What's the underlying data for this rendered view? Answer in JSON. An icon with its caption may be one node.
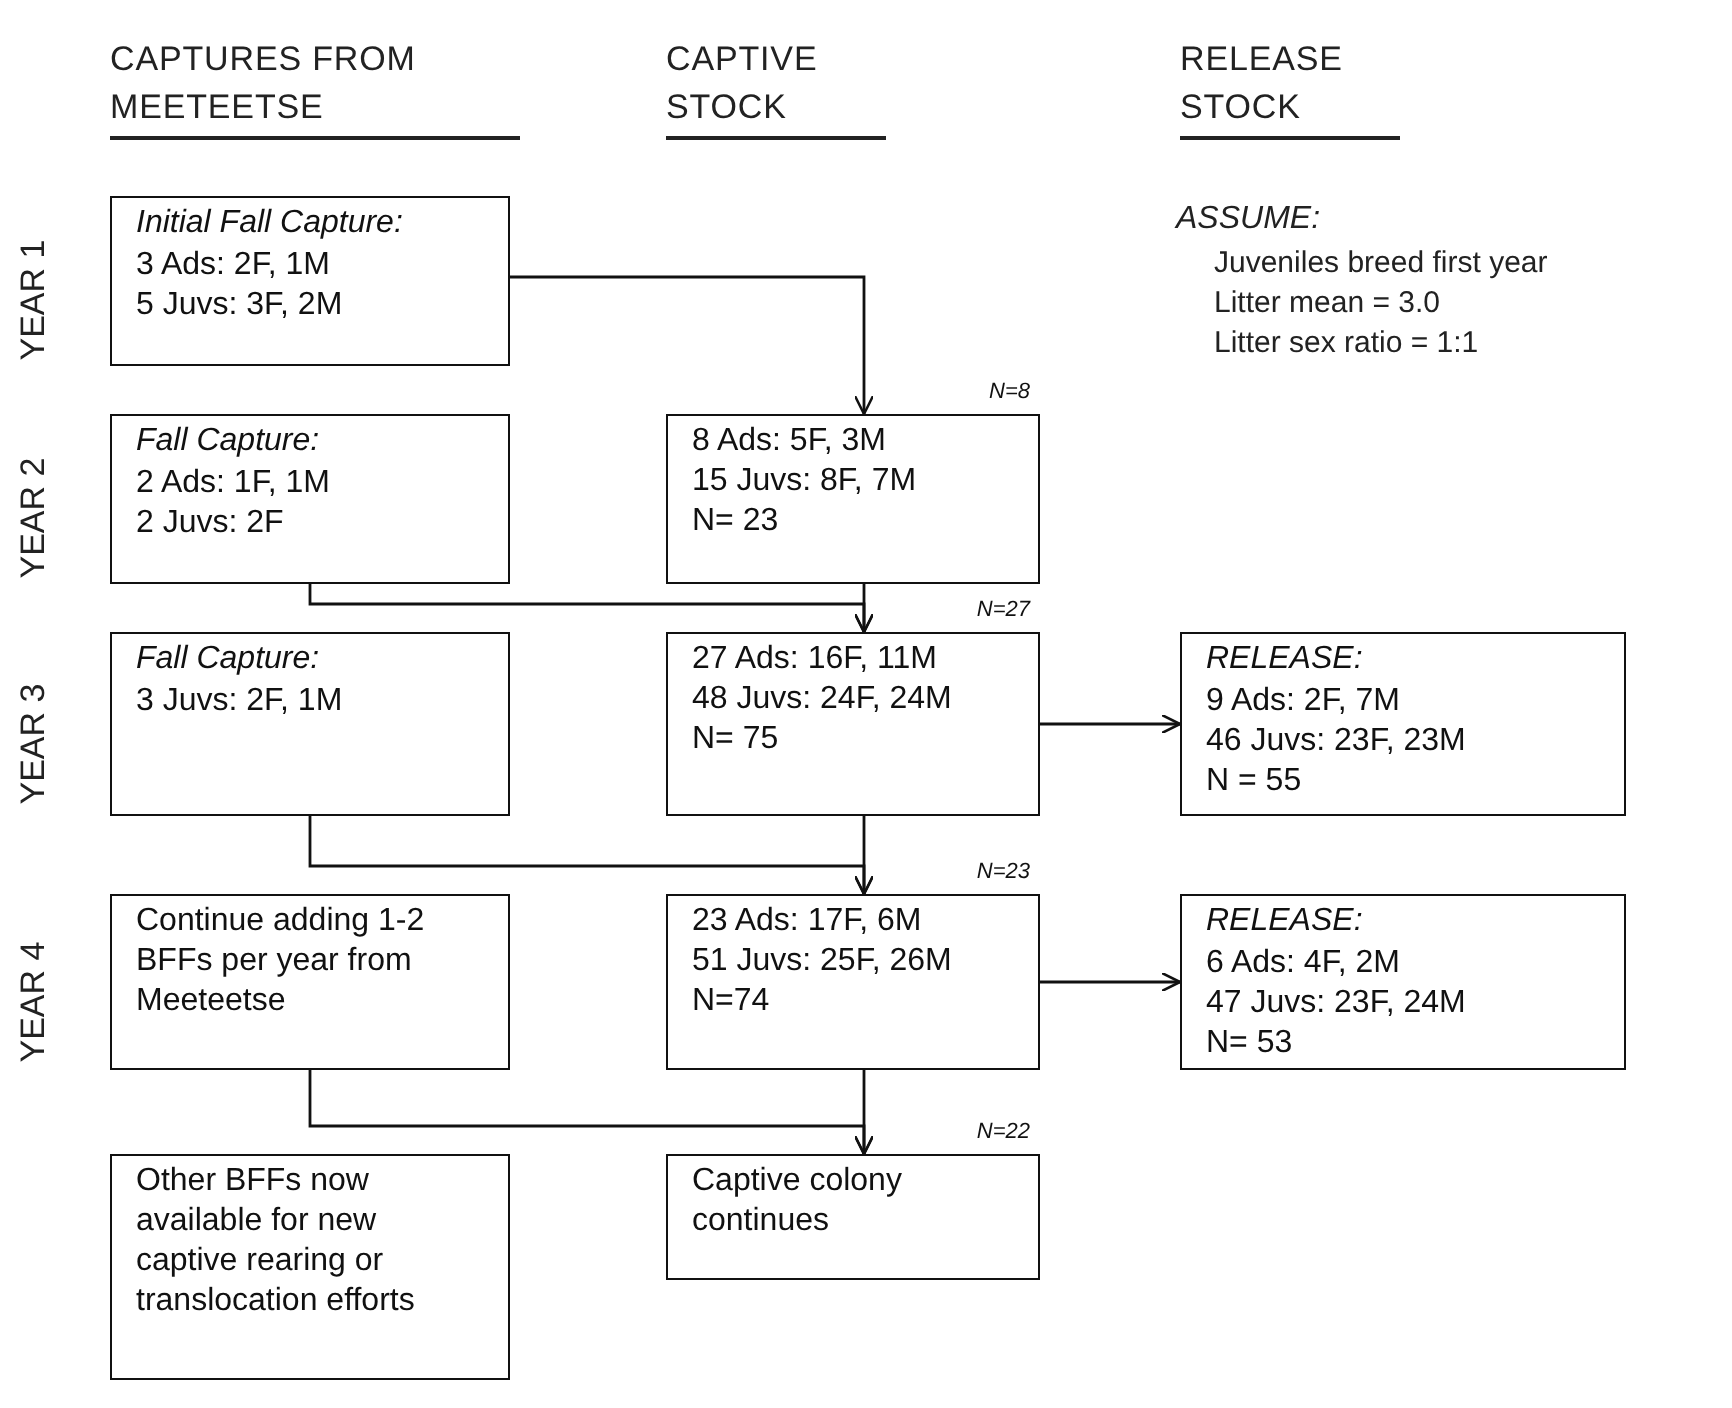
{
  "diagram": {
    "nodes": [
      {
        "text": [
          "Initial Fall Capture:",
          "3 Ads: 2F, 1M",
          "5 Juvs: 3F, 2M"
        ]
      },
      {
        "text": [
          "Fall Capture:",
          "2 Ads: 1F, 1M",
          "2 Juvs: 2F"
        ]
      },
      {
        "text": [
          "8 Ads: 5F, 3M",
          "15 Juvs: 8F, 7M",
          "N= 23"
        ],
        "beside": [
          "N=8"
        ]
      },
      {
        "text": [
          "Fall Capture:",
          "3 Juvs: 2F, 1M"
        ]
      },
      {
        "text": [
          "27 Ads: 16F, 11M",
          "48 Juvs: 24F, 24M",
          "N= 75"
        ],
        "beside": [
          "N=27"
        ]
      },
      {
        "text": [
          "RELEASE:",
          "9 Ads: 2F, 7M",
          "46 Juvs: 23F, 23M",
          "N = 55"
        ]
      },
      {
        "text": [
          "Continue adding 1-2 BFFs per year from Meeteetse"
        ]
      },
      {
        "text": [
          "23 Ads: 17F, 6M",
          "51 Juvs: 25F, 26M",
          "N=74"
        ],
        "beside": [
          "N=23"
        ]
      },
      {
        "text": [
          "RELEASE:",
          "6 Ads: 4F, 2M",
          "47 Juvs: 23F, 24M",
          "N= 53"
        ]
      },
      {
        "text": [
          "Other BFFs now available for new captive rearing or translocation efforts"
        ]
      },
      {
        "text": [
          "Captive colony continues"
        ],
        "beside": [
          "N=22"
        ]
      }
    ],
    "edges": [
      {
        "from": 0,
        "to": 2,
        "arrow": "to"
      },
      {
        "from": 1,
        "to": 4,
        "arrow": "to"
      },
      {
        "from": 2,
        "to": 4,
        "arrow": "to"
      },
      {
        "from": 4,
        "to": 5,
        "arrow": "to"
      },
      {
        "from": 3,
        "to": 7,
        "arrow": "to"
      },
      {
        "from": 4,
        "to": 7,
        "arrow": "to"
      },
      {
        "from": 7,
        "to": 8,
        "arrow": "to"
      },
      {
        "from": 6,
        "to": 10,
        "arrow": "to"
      },
      {
        "from": 7,
        "to": 10,
        "arrow": "to"
      }
    ],
    "labels": [
      "CAPTURES FROM MEETEETSE",
      "CAPTIVE STOCK",
      "RELEASE STOCK",
      "YEAR 1",
      "YEAR 2",
      "YEAR 3",
      "YEAR 4",
      "ASSUME:",
      "Juveniles breed first year",
      "Litter mean = 3.0",
      "Litter sex ratio = 1:1"
    ]
  }
}
